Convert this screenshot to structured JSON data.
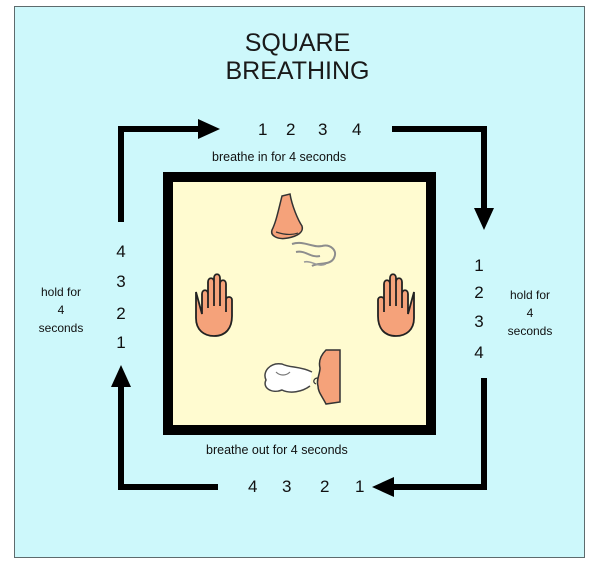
{
  "title_line1": "SQUARE",
  "title_line2": "BREATHING",
  "top": {
    "count": [
      "1",
      "2",
      "3",
      "4"
    ],
    "label": "breathe in for 4 seconds"
  },
  "right": {
    "count": [
      "1",
      "2",
      "3",
      "4"
    ],
    "label": [
      "hold for",
      "4",
      "seconds"
    ]
  },
  "bottom": {
    "count": [
      "4",
      "3",
      "2",
      "1"
    ],
    "label": "breathe out for 4 seconds"
  },
  "left": {
    "count": [
      "4",
      "3",
      "2",
      "1"
    ],
    "label": [
      "hold for",
      "4",
      "seconds"
    ]
  },
  "colors": {
    "background": "#cdf8fb",
    "inner_box": "#fffbd0",
    "arrows": "#000000",
    "skin": "#f5a27a"
  },
  "icons": [
    "nose-icon",
    "left-hand-icon",
    "right-hand-icon",
    "mouth-exhale-icon"
  ]
}
